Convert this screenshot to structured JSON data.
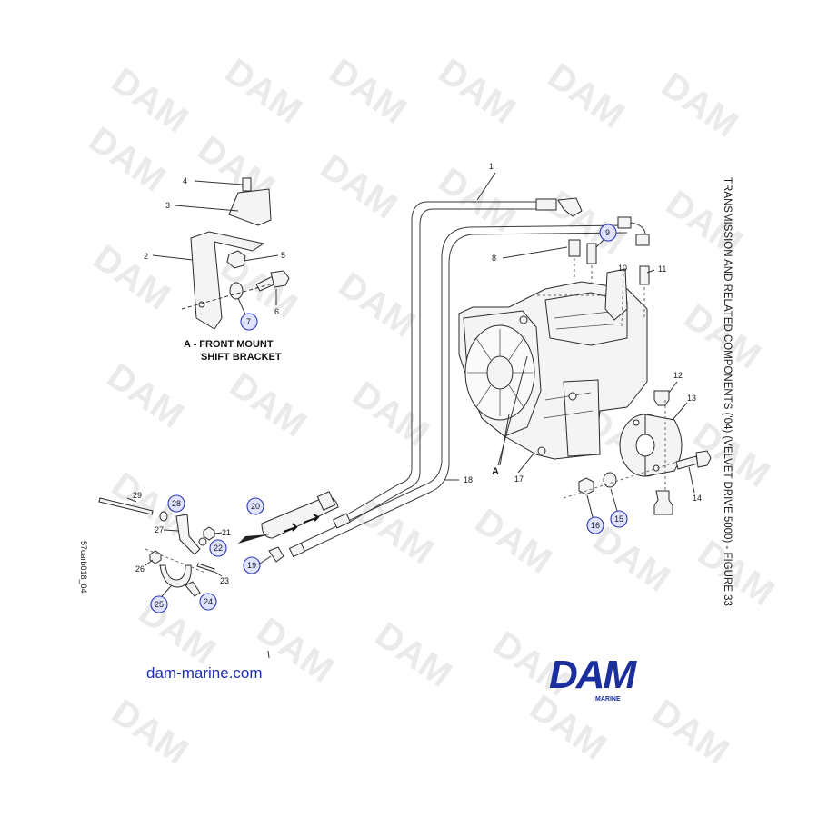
{
  "title": "TRANSMISSION AND RELATED COMPONENTS ('04) (VELVET DRIVE 5000) - FIGURE 33",
  "drawing_code": "57carb018_04",
  "inset_caption": {
    "line1": "A - FRONT MOUNT",
    "line2": "SHIFT BRACKET"
  },
  "detail_marker": "A",
  "website": "dam-marine.com",
  "logo": {
    "word": "DAM",
    "sub": "MARINE",
    "color": "#1a2e9e"
  },
  "watermark_text": "DAM",
  "colors": {
    "accent": "#2a36b8",
    "callout_fill": "#dfe3ff",
    "link": "#1f2fb4"
  },
  "callouts": {
    "c1": "1",
    "c2": "2",
    "c3": "3",
    "c4": "4",
    "c5": "5",
    "c6": "6",
    "c7": "7",
    "c8": "8",
    "c9": "9",
    "c10": "10",
    "c11": "11",
    "c12": "12",
    "c13": "13",
    "c14": "14",
    "c15": "15",
    "c16": "16",
    "c17": "17",
    "c18": "18",
    "c19": "19",
    "c20": "20",
    "c21": "21",
    "c22": "22",
    "c23": "23",
    "c24": "24",
    "c25": "25",
    "c26": "26",
    "c27": "27",
    "c28": "28",
    "c29": "29"
  }
}
